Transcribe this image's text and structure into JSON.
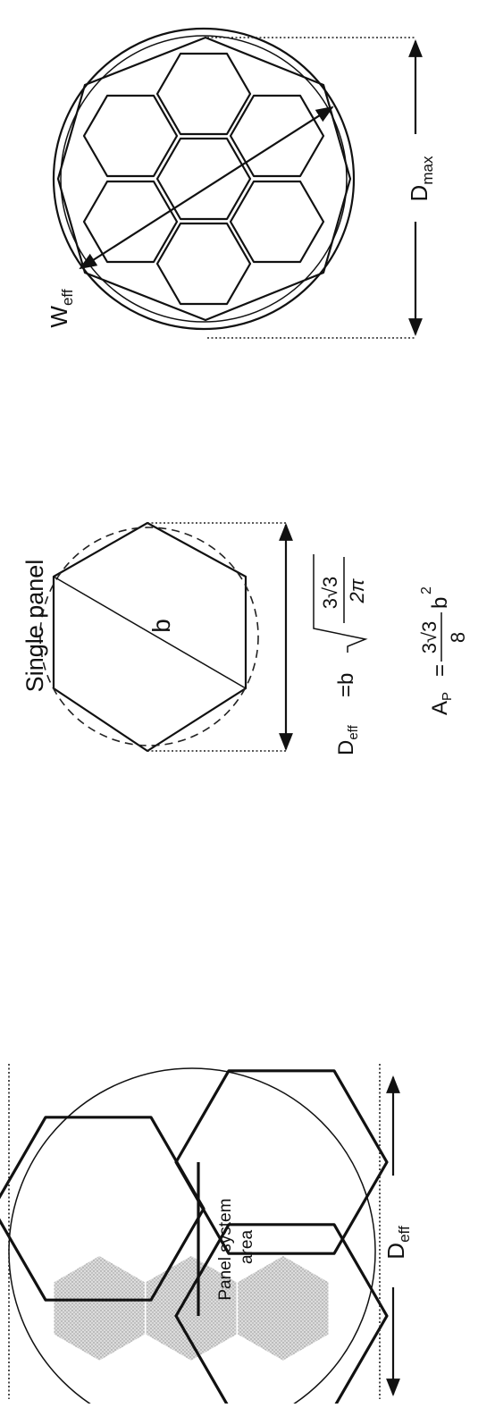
{
  "panel_figure": {
    "inner_label_line1": "Panel system",
    "inner_label_line2": "area",
    "dim_label": "D",
    "dim_sub": "eff"
  },
  "single_figure": {
    "title": "Single panel",
    "b_label": "b",
    "deff_formula": {
      "lhs": "D",
      "lhs_sub": "eff",
      "eq": "=b",
      "num": "3√3",
      "den": "2π"
    },
    "area_formula": {
      "lhs": "A",
      "lhs_sub": "P",
      "eq": "=",
      "num": "3√3",
      "den": "8",
      "var": "b",
      "exp": "2"
    }
  },
  "ball_figure": {
    "w_label": "W",
    "w_sub": "eff",
    "d_label": "D",
    "d_sub": "max"
  }
}
